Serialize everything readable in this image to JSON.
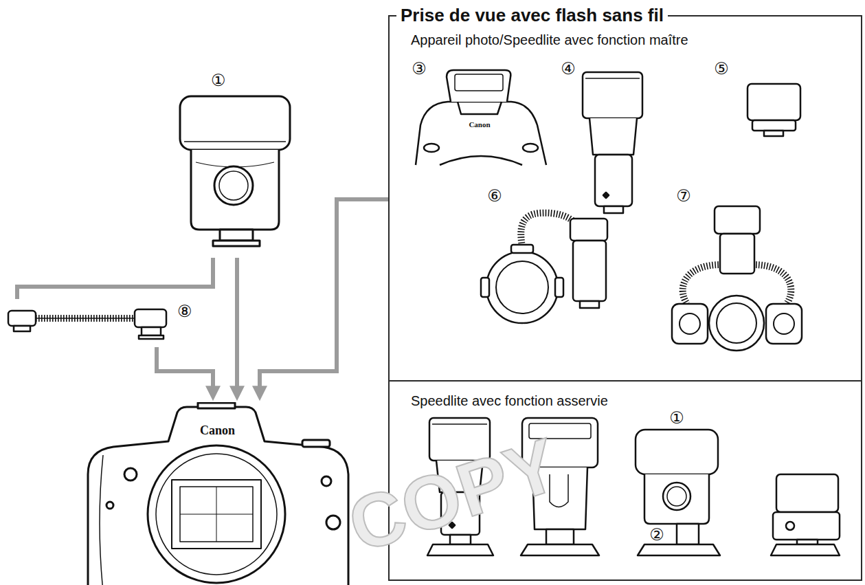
{
  "diagram": {
    "nodes": [
      {
        "text": [
          "Prise de vue avec flash sans fil"
        ]
      },
      {
        "text": [
          "Appareil photo/Speedlite avec fonction maître"
        ],
        "in": 0
      },
      {
        "text": [
          "Speedlite avec fonction asservie"
        ],
        "in": 0
      },
      {
        "text": [
          "①"
        ]
      },
      {
        "text": [
          "⑧"
        ]
      },
      {
        "text": [
          "Canon"
        ]
      }
    ],
    "edges": [
      {
        "from": 3,
        "to": 5,
        "arrow": "to"
      },
      {
        "from": 3,
        "to": 4,
        "arrow": "none"
      },
      {
        "from": 4,
        "to": 5,
        "arrow": "to"
      },
      {
        "from": 0,
        "to": 5,
        "arrow": "to"
      }
    ],
    "labels": [
      "③",
      "Canon",
      "④",
      "⑤",
      "⑥",
      "⑦",
      "①",
      "②",
      "COPY"
    ]
  }
}
